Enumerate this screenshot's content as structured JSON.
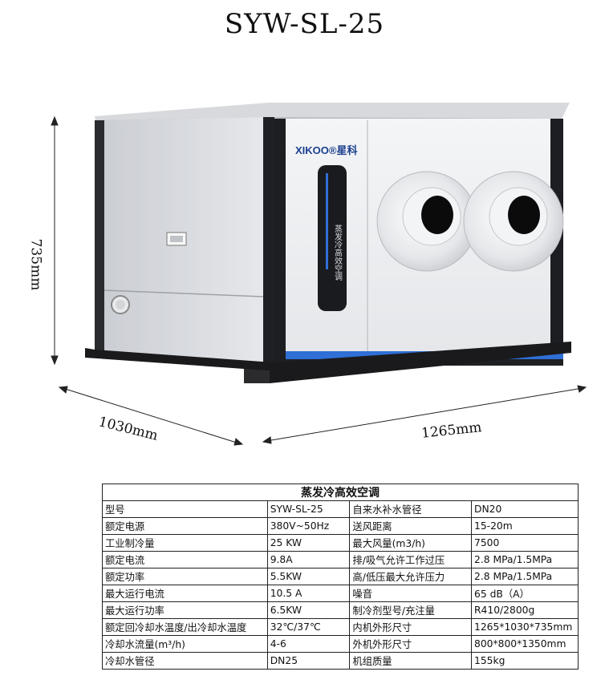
{
  "title": "SYW-SL-25",
  "dimensions": {
    "height": "735mm",
    "depth": "1030mm",
    "width": "1265mm"
  },
  "product": {
    "brand": "XIKOO®星科",
    "panel_text": "蒸发冷高效空调"
  },
  "spec_table": {
    "header": "蒸发冷高效空调",
    "rows": [
      [
        "型号",
        "SYW-SL-25",
        "自来水补水管径",
        "DN20"
      ],
      [
        "额定电源",
        "380V~50Hz",
        "送风距离",
        "15-20m"
      ],
      [
        "工业制冷量",
        "25 KW",
        "最大风量(m3/h)",
        "7500"
      ],
      [
        "额定电流",
        "9.8A",
        "排/吸气允许工作过压",
        "2.8 MPa/1.5MPa"
      ],
      [
        "额定功率",
        "5.5KW",
        "高/低压最大允许压力",
        "2.8 MPa/1.5MPa"
      ],
      [
        "最大运行电流",
        "10.5 A",
        "噪音",
        "65 dB（A）"
      ],
      [
        "最大运行功率",
        "6.5KW",
        "制冷剂型号/充注量",
        "R410/2800g"
      ],
      [
        "额定回冷却水温度/出冷却水温度",
        "32℃/37℃",
        "内机外形尺寸",
        "1265*1030*735mm"
      ],
      [
        "冷却水流量(m³/h)",
        "4-6",
        "外机外形尺寸",
        "800*800*1350mm"
      ],
      [
        "冷却水管径",
        "DN25",
        "机组质量",
        "155kg"
      ]
    ]
  }
}
